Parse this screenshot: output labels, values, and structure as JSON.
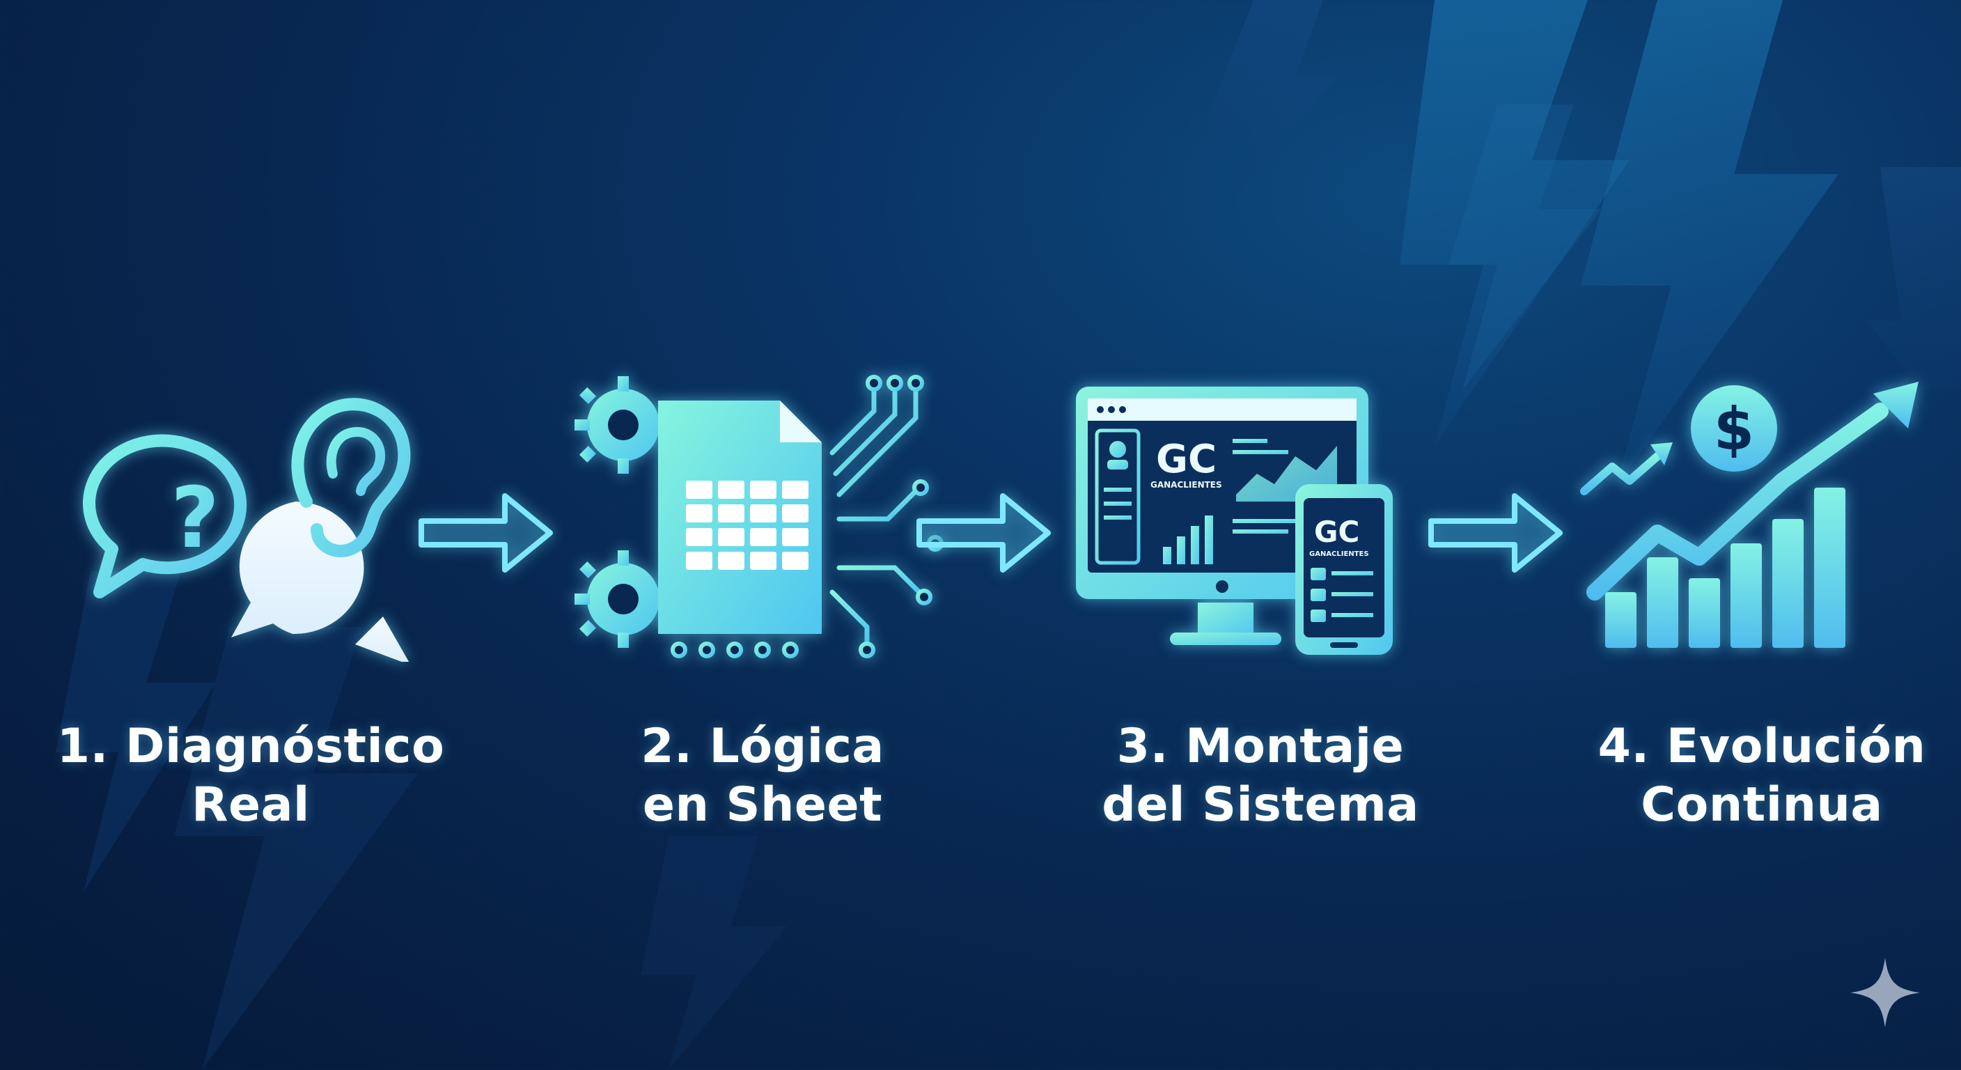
{
  "steps": [
    {
      "line1": "1. Diagnóstico",
      "line2": "Real",
      "icon": "chat-question-ear-icon"
    },
    {
      "line1": "2. Lógica",
      "line2": "en Sheet",
      "icon": "spreadsheet-circuit-icon"
    },
    {
      "line1": "3. Montaje",
      "line2": "del Sistema",
      "icon": "monitor-phone-dashboard-icon"
    },
    {
      "line1": "4. Evolución",
      "line2": "Continua",
      "icon": "growth-chart-dollar-icon"
    }
  ],
  "brand": {
    "logo": "GC",
    "name": "GANACLIENTES"
  },
  "colors": {
    "background": "#082852",
    "accent_cyan": "#6ef0e0",
    "accent_blue": "#5fd0ff",
    "text": "#ffffff"
  }
}
